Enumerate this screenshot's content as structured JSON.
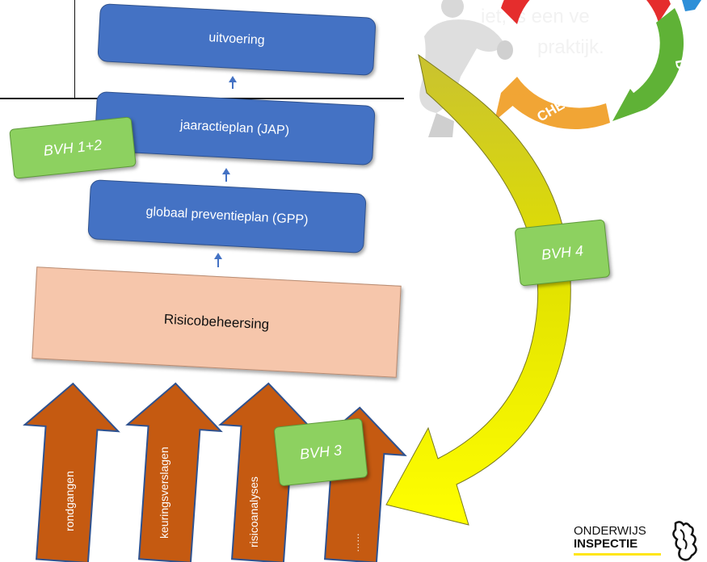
{
  "boxes": {
    "uitvoering": "uitvoering",
    "jap": "jaaractieplan (JAP)",
    "gpp": "globaal preventieplan (GPP)",
    "risico": "Risicobeheersing"
  },
  "badges": {
    "bvh12": "BVH 1+2",
    "bvh4": "BVH 4",
    "bvh3": "BVH 3"
  },
  "inputs": [
    "rondgangen",
    "keuringsverslagen",
    "risicoanalyses",
    "……"
  ],
  "pdca": {
    "check": "CHECK",
    "do": "DO",
    "faded_text_1": "iet, is een ve",
    "faded_text_2": "praktijk."
  },
  "logo": {
    "line1": "ONDERWIJS",
    "line2": "INSPECTIE",
    "accent_color": "#ffe615"
  },
  "colors": {
    "blue_box": "#4472c4",
    "green_badge": "#8dd160",
    "risico_fill": "#f6c6ab",
    "input_arrow": "#c55a11",
    "curve_arrow_yellow": "#ffff00",
    "curve_arrow_olive": "#c9c230"
  }
}
